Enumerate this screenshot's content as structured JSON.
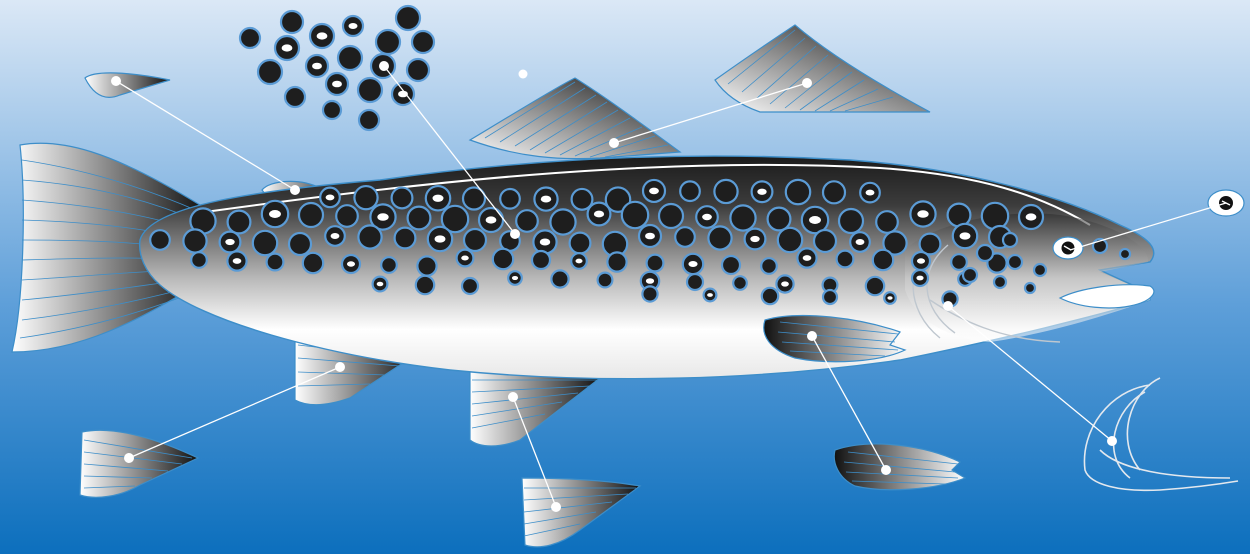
{
  "diagram": {
    "subject": "brown-trout",
    "style": "unlabeled-anatomy-exploded-view",
    "colors": {
      "background_top": "#dbe8f6",
      "background_bottom": "#0c6fbd",
      "fin_dark": "#1a1a1a",
      "fin_light": "#ffffff",
      "fin_ray": "#3d8ec9",
      "spot": "#1e1e1e",
      "spot_ring": "#5b9bd5",
      "leader_line": "#ffffff"
    },
    "parts": [
      {
        "id": "dorsal-fin",
        "icon": "fin-icon"
      },
      {
        "id": "adipose-fin",
        "icon": "fin-icon"
      },
      {
        "id": "pectoral-fin",
        "icon": "fin-icon"
      },
      {
        "id": "pelvic-fin",
        "icon": "fin-icon"
      },
      {
        "id": "anal-fin",
        "icon": "fin-icon"
      },
      {
        "id": "caudal-fin",
        "icon": "tail-icon"
      },
      {
        "id": "spots",
        "icon": "spots-icon"
      },
      {
        "id": "eye",
        "icon": "eye-icon"
      },
      {
        "id": "gill-cover",
        "icon": "gill-icon"
      }
    ]
  }
}
